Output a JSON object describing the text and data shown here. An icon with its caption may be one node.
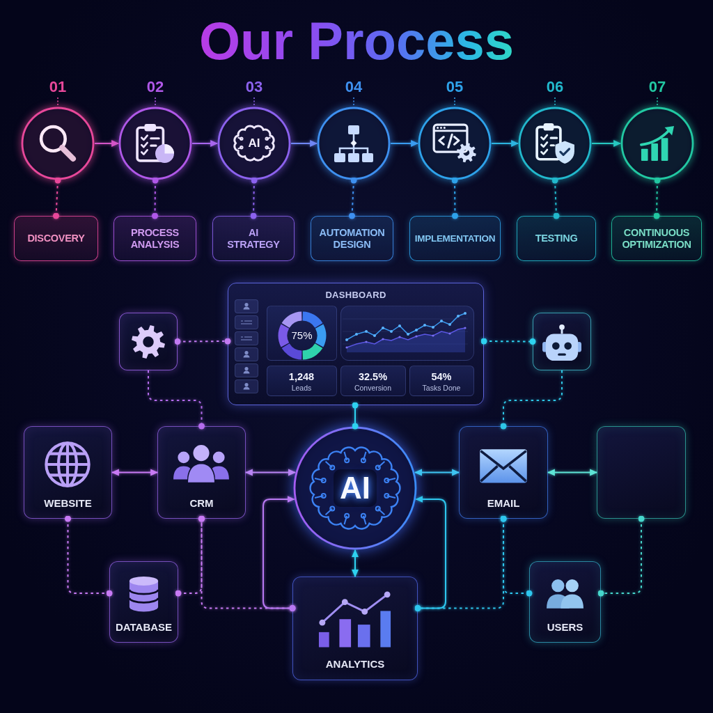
{
  "diagram": {
    "title": "Our Process",
    "nodes": [
      {
        "text": [],
        "shape": "circle",
        "beside": [
          "01"
        ]
      },
      {
        "text": [],
        "shape": "circle",
        "beside": [
          "02"
        ]
      },
      {
        "text": [
          "AI"
        ],
        "beside": [
          "03"
        ]
      },
      {
        "text": [],
        "shape": "circle",
        "beside": [
          "04"
        ]
      },
      {
        "text": [],
        "shape": "circle",
        "beside": [
          "05"
        ]
      },
      {
        "text": [],
        "shape": "circle",
        "beside": [
          "06"
        ]
      },
      {
        "text": [],
        "shape": "circle",
        "beside": [
          "07"
        ]
      },
      {
        "text": [
          "DISCOVERY"
        ]
      },
      {
        "text": [
          "PROCESS ANALYSIS"
        ]
      },
      {
        "text": [
          "AI STRATEGY"
        ]
      },
      {
        "text": [
          "AUTOMATION DESIGN"
        ]
      },
      {
        "text": [
          "IMPLEMENTATION"
        ]
      },
      {
        "text": [
          "TESTING"
        ]
      },
      {
        "text": [
          "CONTINUOUS OPTIMIZATION"
        ]
      },
      {
        "text": [],
        "shape": "box"
      },
      {
        "text": [
          "DASHBOARD"
        ]
      },
      {
        "text": [
          "75%"
        ],
        "in": 15
      },
      {
        "text": [],
        "shape": "box",
        "in": 15
      },
      {
        "text": [
          "1,248",
          "Leads"
        ],
        "in": 15
      },
      {
        "text": [
          "32.5%",
          "Conversion"
        ],
        "in": 15
      },
      {
        "text": [
          "54%",
          "Tasks Done"
        ],
        "in": 15
      },
      {
        "text": [],
        "shape": "box"
      },
      {
        "text": [
          "WEBSITE"
        ]
      },
      {
        "text": [
          "CRM"
        ]
      },
      {
        "text": [
          "AI"
        ]
      },
      {
        "text": [
          "EMAIL"
        ]
      },
      {
        "text": [],
        "shape": "box"
      },
      {
        "text": [
          "DATABASE"
        ]
      },
      {
        "text": [
          "ANALYTICS"
        ]
      },
      {
        "text": [
          "USERS"
        ]
      }
    ],
    "edges": [
      {
        "from": 0,
        "to": 1,
        "arrow": "to",
        "color": "#d455c8"
      },
      {
        "from": 1,
        "to": 2,
        "arrow": "to",
        "color": "#a866ee"
      },
      {
        "from": 2,
        "to": 3,
        "arrow": "to",
        "color": "#6f86f4"
      },
      {
        "from": 3,
        "to": 4,
        "arrow": "to",
        "color": "#3a9cf0"
      },
      {
        "from": 4,
        "to": 5,
        "arrow": "to",
        "color": "#2cb4e0"
      },
      {
        "from": 5,
        "to": 6,
        "arrow": "to",
        "color": "#26c8c0"
      },
      {
        "from": 0,
        "to": 7,
        "arrow": "other",
        "style": "dashed",
        "color": "#e8489a"
      },
      {
        "from": 1,
        "to": 8,
        "arrow": "other",
        "style": "dashed",
        "color": "#b058e8"
      },
      {
        "from": 2,
        "to": 9,
        "arrow": "other",
        "style": "dashed",
        "color": "#8c62ee"
      },
      {
        "from": 3,
        "to": 10,
        "arrow": "other",
        "style": "dashed",
        "color": "#3e90f0"
      },
      {
        "from": 4,
        "to": 11,
        "arrow": "other",
        "style": "dashed",
        "color": "#2ea2ea"
      },
      {
        "from": 5,
        "to": 12,
        "arrow": "other",
        "style": "dashed",
        "color": "#22b8cc"
      },
      {
        "from": 6,
        "to": 13,
        "arrow": "other",
        "style": "dashed",
        "color": "#22c8a2"
      },
      {
        "from": 14,
        "to": 15,
        "arrow": "other",
        "style": "dashed",
        "color": "#c27af2"
      },
      {
        "from": 15,
        "to": 21,
        "arrow": "other",
        "style": "dashed",
        "color": "#2ed2f0"
      },
      {
        "from": 14,
        "to": 23,
        "arrow": "other",
        "style": "dashed",
        "color": "#b46cec"
      },
      {
        "from": 21,
        "to": 25,
        "arrow": "other",
        "style": "dashed",
        "color": "#2ec6e6"
      },
      {
        "from": 15,
        "to": 24,
        "arrow": "other",
        "color": "#2ed2f0"
      },
      {
        "from": 22,
        "to": 23,
        "arrow": "both",
        "color": "#c87af4"
      },
      {
        "from": 23,
        "to": 24,
        "arrow": "both",
        "color": "#b884f4"
      },
      {
        "from": 24,
        "to": 25,
        "arrow": "both",
        "color": "#3ec4f2"
      },
      {
        "from": 25,
        "to": 26,
        "arrow": "both",
        "color": "#5ee4d6"
      },
      {
        "from": 24,
        "to": 28,
        "arrow": "both",
        "color": "#2ed2f0"
      },
      {
        "from": 22,
        "to": 27,
        "arrow": "other",
        "style": "dashed",
        "color": "#c87af4"
      },
      {
        "from": 27,
        "to": 23,
        "arrow": "other",
        "style": "dashed",
        "color": "#c87af4"
      },
      {
        "from": 23,
        "to": 28,
        "arrow": "other",
        "style": "dashed",
        "color": "#c87af4"
      },
      {
        "from": 28,
        "to": 24,
        "arrow": "to",
        "color": "#b878f2"
      },
      {
        "from": 28,
        "to": 24,
        "arrow": "to",
        "color": "#2ec6ee"
      },
      {
        "from": 25,
        "to": 28,
        "arrow": "other",
        "style": "dashed",
        "color": "#2ec6ee"
      },
      {
        "from": 29,
        "to": 25,
        "arrow": "other",
        "style": "dashed",
        "color": "#2ec6ee"
      },
      {
        "from": 26,
        "to": 29,
        "arrow": "other",
        "style": "dashed",
        "color": "#46d6cc"
      }
    ]
  }
}
